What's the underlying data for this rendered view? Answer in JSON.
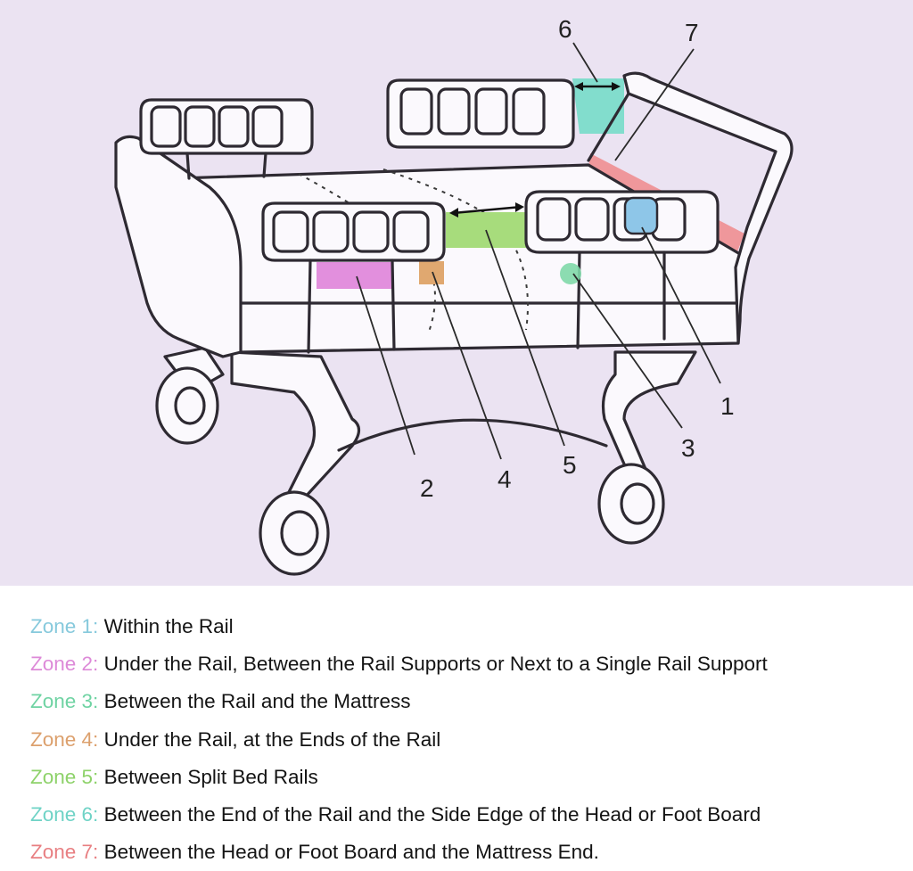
{
  "diagram": {
    "callouts": [
      "1",
      "2",
      "3",
      "4",
      "5",
      "6",
      "7"
    ]
  },
  "zones": [
    {
      "label": "Zone 1:",
      "text": "Within the Rail",
      "color": "#86c9dc"
    },
    {
      "label": "Zone 2:",
      "text": "Under the Rail, Between the Rail Supports or Next to a Single Rail Support",
      "color": "#dd8ad8"
    },
    {
      "label": "Zone 3:",
      "text": "Between the Rail and the Mattress",
      "color": "#6fd3a3"
    },
    {
      "label": "Zone 4:",
      "text": "Under the Rail, at the Ends of the Rail",
      "color": "#dca06d"
    },
    {
      "label": "Zone 5:",
      "text": "Between Split Bed Rails",
      "color": "#8ed26a"
    },
    {
      "label": "Zone 6:",
      "text": "Between the End of the Rail and the Side Edge of the Head or Foot Board",
      "color": "#6fd3c6"
    },
    {
      "label": "Zone 7:",
      "text": "Between the Head or Foot Board and the Mattress End.",
      "color": "#e87f82"
    }
  ]
}
